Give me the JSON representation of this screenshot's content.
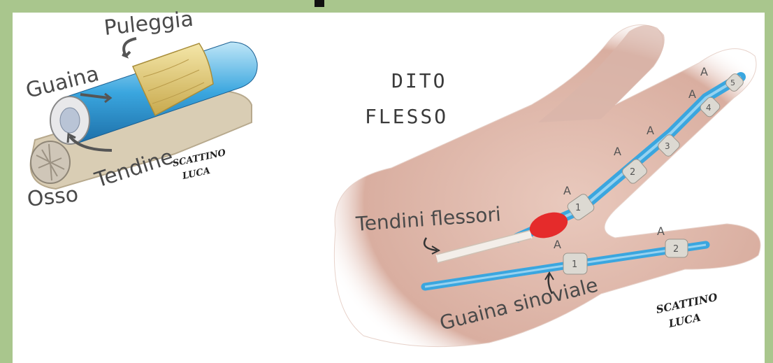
{
  "left_diagram": {
    "labels": {
      "puleggia": "Puleggia",
      "guaina": "Guaina",
      "tendine": "Tendine",
      "osso": "Osso"
    },
    "signature_line1": "SCATTINO",
    "signature_line2": "LUCA"
  },
  "right_diagram": {
    "title_line1": "DITO",
    "title_line2": "FLESSO",
    "labels": {
      "tendini_flessori": "Tendini flessori",
      "guaina_sinoviale": "Guaina sinoviale"
    },
    "pulleys_finger": [
      {
        "letter": "A",
        "number": "1"
      },
      {
        "letter": "A",
        "number": "2"
      },
      {
        "letter": "A",
        "number": "3"
      },
      {
        "letter": "A",
        "number": "4"
      },
      {
        "letter": "A",
        "number": "5"
      }
    ],
    "pulleys_thumb": [
      {
        "letter": "A",
        "number": "1"
      },
      {
        "letter": "A",
        "number": "2"
      }
    ],
    "signature_line1": "SCATTINO",
    "signature_line2": "LUCA"
  },
  "colors": {
    "frame_green": "#a9c68d",
    "sheath_blue": "#4fb3e3",
    "pulley_yellow": "#e8d27a",
    "inflamed_red": "#e52b2b",
    "skin": "#e2bcb0"
  }
}
